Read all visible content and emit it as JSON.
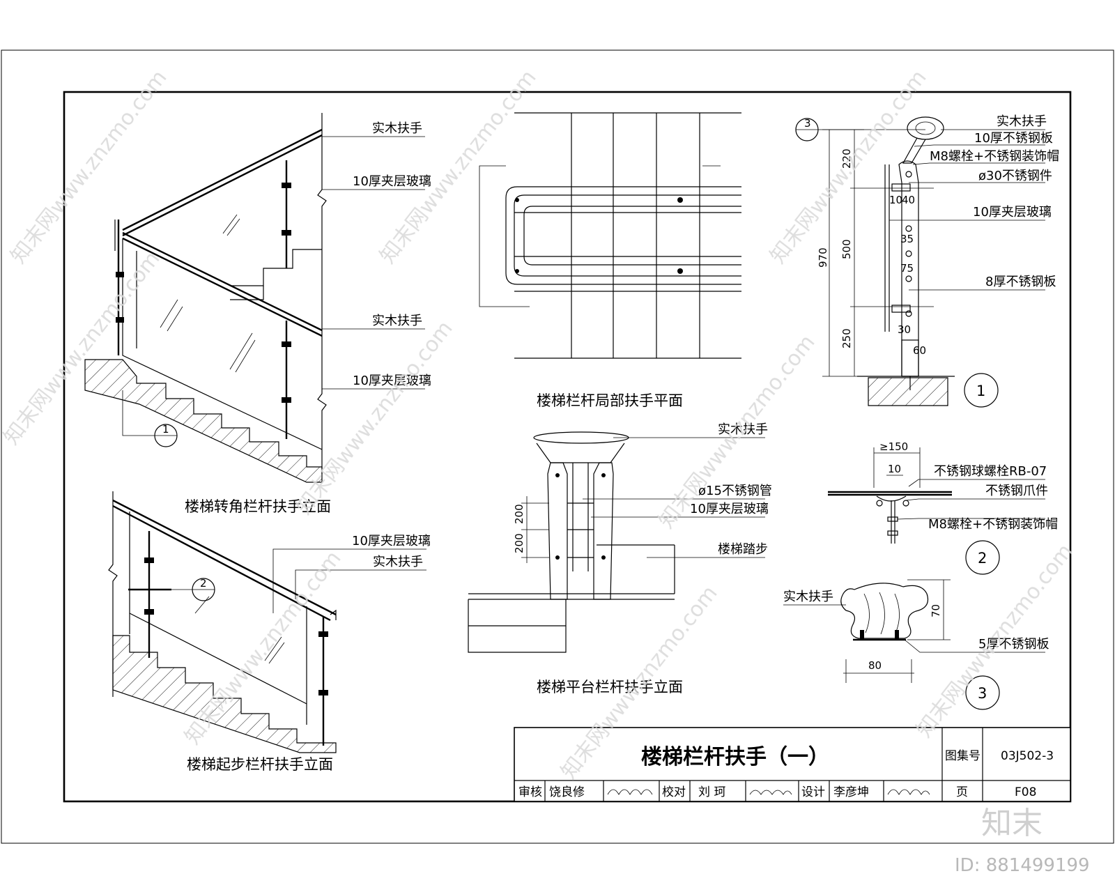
{
  "views": {
    "corner": {
      "title": "楼梯转角栏杆扶手立面",
      "labels": [
        "实木扶手",
        "10厚夹层玻璃",
        "实木扶手",
        "10厚夹层玻璃"
      ],
      "ref": "1"
    },
    "start": {
      "title": "楼梯起步栏杆扶手立面",
      "labels": [
        "10厚夹层玻璃",
        "实木扶手"
      ],
      "ref": "2"
    },
    "plan": {
      "title": "楼梯栏杆局部扶手平面"
    },
    "landing": {
      "title": "楼梯平台栏杆扶手立面",
      "labels": [
        "实木扶手",
        "ø15不锈钢管",
        "10厚夹层玻璃",
        "楼梯踏步"
      ],
      "dims": [
        "200",
        "200"
      ]
    },
    "detail1": {
      "ref_top": "3",
      "labels": [
        "实木扶手",
        "10厚不锈钢板",
        "M8螺栓+不锈钢装饰帽",
        "ø30不锈钢件",
        "10厚夹层玻璃",
        "8厚不锈钢板"
      ],
      "dims": [
        "970",
        "220",
        "500",
        "250",
        "10",
        "40",
        "35",
        "75",
        "30",
        "60"
      ],
      "number": "1"
    },
    "detail2": {
      "labels": [
        "不锈钢球螺栓RB-07",
        "不锈钢爪件",
        "M8螺栓+不锈钢装饰帽"
      ],
      "dims": [
        "≥150",
        "10"
      ],
      "number": "2"
    },
    "detail3": {
      "labels": [
        "实木扶手",
        "5厚不锈钢板"
      ],
      "dims": [
        "70",
        "80"
      ],
      "number": "3"
    }
  },
  "title_block": {
    "title": "楼梯栏杆扶手（一）",
    "atlas_label": "图集号",
    "atlas_no": "03J502-3",
    "review_label": "审核",
    "reviewer": "饶良修",
    "check_label": "校对",
    "checker": "刘    珂",
    "design_label": "设计",
    "designer": "李彦坤",
    "page_label": "页",
    "page_no": "F08"
  },
  "watermarks": {
    "text": "知末网www.znzmo.com",
    "brand": "知末",
    "image_id": "ID: 881499199"
  }
}
